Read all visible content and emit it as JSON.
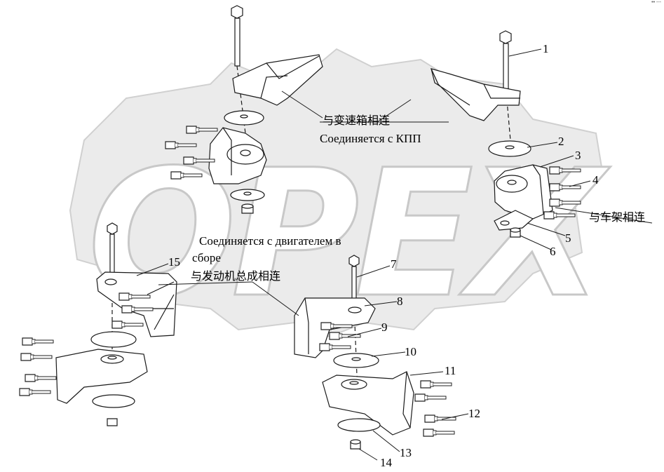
{
  "watermark": "OPEX",
  "corner_mark": "•• ---",
  "part_numbers": [
    "1",
    "2",
    "3",
    "4",
    "5",
    "6",
    "7",
    "8",
    "9",
    "10",
    "11",
    "12",
    "13",
    "14",
    "15"
  ],
  "captions": {
    "gearbox_cn": "与变速箱相连",
    "gearbox_ru": "Соединяется с КПП",
    "frame_cn": "与车架相连",
    "engine_ru_line1": "Соединяется с двигателем в",
    "engine_ru_line2": "сборе",
    "engine_cn": "与发动机总成相连"
  },
  "colors": {
    "line": "#1a1a1a",
    "watermark": "#d9d9d9"
  }
}
